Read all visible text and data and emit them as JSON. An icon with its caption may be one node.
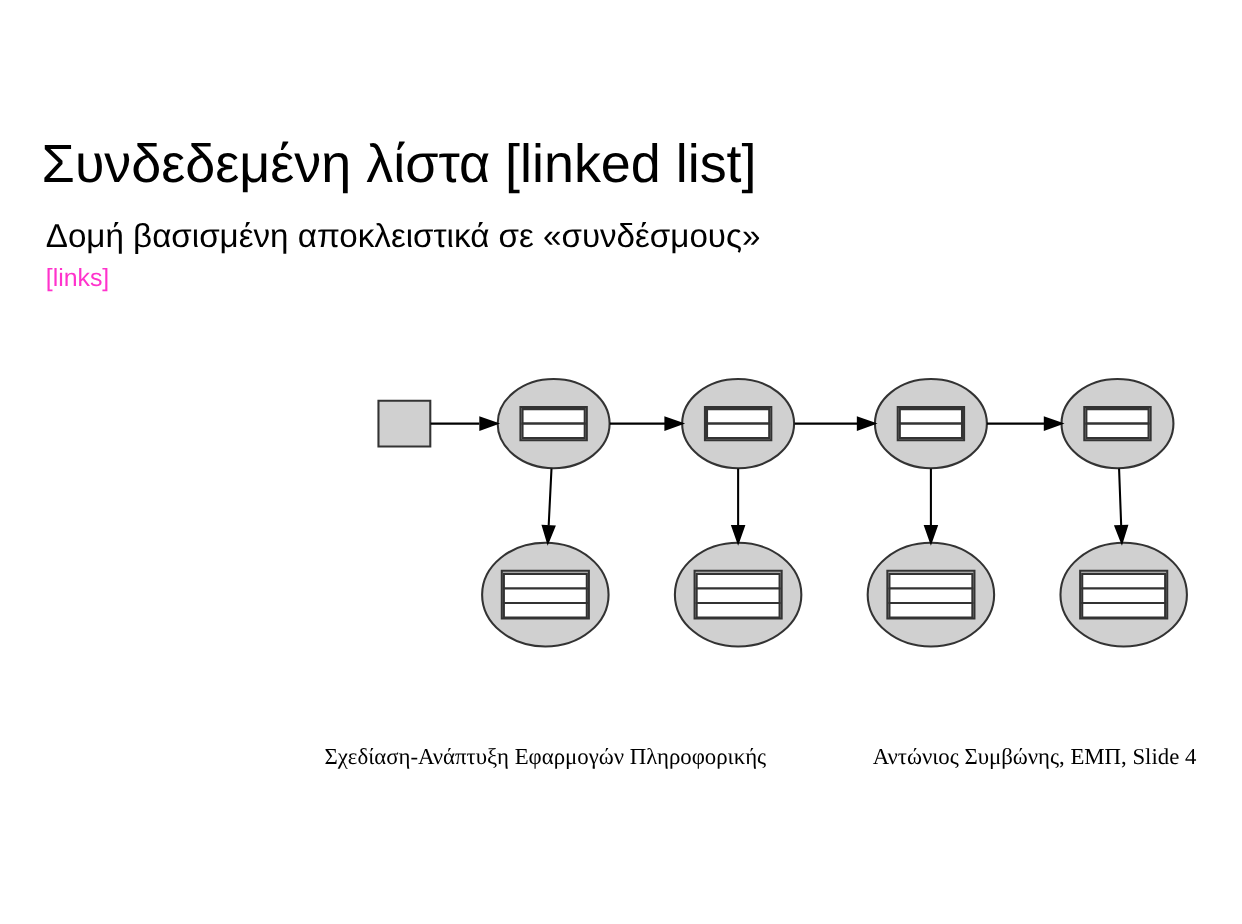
{
  "diagram": {
    "title": "Συνδεδεμένη λίστα [linked list]",
    "nodes": [
      {
        "text": [],
        "shape": "box"
      },
      {
        "text": [],
        "shape": "ellipse"
      },
      {
        "text": [],
        "shape": "ellipse"
      },
      {
        "text": [],
        "shape": "ellipse"
      },
      {
        "text": [],
        "shape": "ellipse"
      },
      {
        "text": [],
        "shape": "ellipse"
      },
      {
        "text": [],
        "shape": "ellipse"
      },
      {
        "text": [],
        "shape": "ellipse"
      },
      {
        "text": [],
        "shape": "ellipse"
      }
    ],
    "edges": [
      {
        "from": 0,
        "to": 1,
        "arrow": "to"
      },
      {
        "from": 1,
        "to": 2,
        "arrow": "to"
      },
      {
        "from": 2,
        "to": 3,
        "arrow": "to"
      },
      {
        "from": 3,
        "to": 4,
        "arrow": "to"
      },
      {
        "from": 1,
        "to": 5,
        "arrow": "to"
      },
      {
        "from": 2,
        "to": 6,
        "arrow": "to"
      },
      {
        "from": 3,
        "to": 7,
        "arrow": "to"
      },
      {
        "from": 4,
        "to": 8,
        "arrow": "to"
      }
    ],
    "labels": [
      "Δομή βασισμένη αποκλειστικά σε «συνδέσμους»",
      "[links]",
      "Σχεδίαση-Ανάπτυξη Εφαρμογών Πληροφορικής",
      "Αντώνιος Συμβώνης, ΕΜΠ, Slide 4"
    ]
  }
}
